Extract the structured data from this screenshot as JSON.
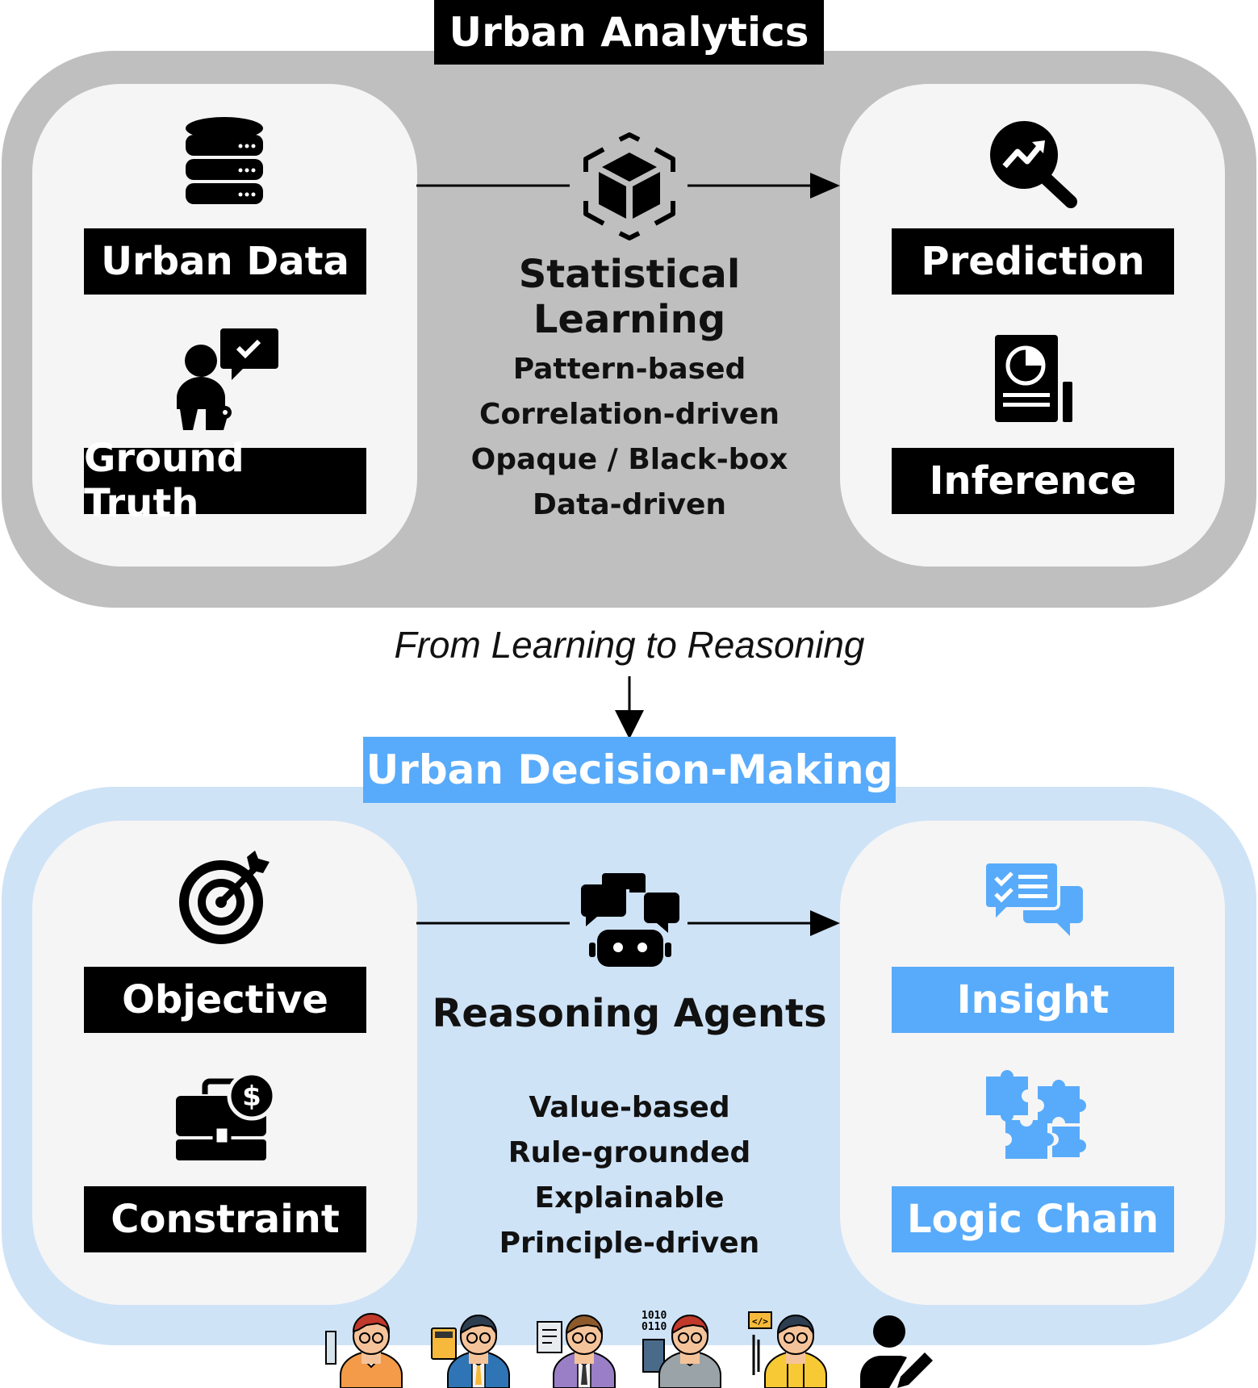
{
  "analytics": {
    "title": "Urban Analytics",
    "left": [
      "Urban Data",
      "Ground Truth"
    ],
    "center_title": "Statistical Learning",
    "properties": [
      "Pattern-based",
      "Correlation-driven",
      "Opaque / Black-box",
      "Data-driven"
    ],
    "right": [
      "Prediction",
      "Inference"
    ]
  },
  "transition": "From Learning to Reasoning",
  "decision": {
    "title": "Urban Decision-Making",
    "left": [
      "Objective",
      "Constraint"
    ],
    "center_title": "Reasoning Agents",
    "properties": [
      "Value-based",
      "Rule-grounded",
      "Explainable",
      "Principle-driven"
    ],
    "right": [
      "Insight",
      "Logic Chain"
    ]
  },
  "colors": {
    "analytics_panel": "#bfbfbf",
    "decision_panel": "#cfe3f7",
    "accent_blue": "#58abfb",
    "inner_panel": "#f5f5f5"
  },
  "icons": {
    "analytics": [
      "database-icon",
      "person-check-chat-icon",
      "cube-icon",
      "trend-magnifier-icon",
      "report-chart-icon"
    ],
    "decision": [
      "target-arrow-icon",
      "briefcase-dollar-icon",
      "robot-chat-icon",
      "checklist-chat-icon",
      "puzzle-icon"
    ],
    "stakeholders": [
      "accountant-icon",
      "calculator-person-icon",
      "writer-person-icon",
      "programmer-binary-icon",
      "developer-code-icon",
      "person-edit-icon"
    ]
  }
}
